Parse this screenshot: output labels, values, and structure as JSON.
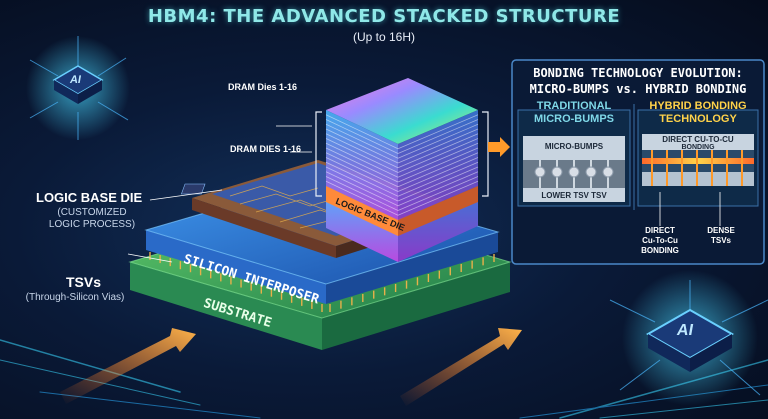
{
  "header": {
    "title": "HBM4: THE ADVANCED STACKED STRUCTURE",
    "subtitle": "(Up to 16H)"
  },
  "stack": {
    "dram_label_top": "DRAM Dies 1-16",
    "dram_label_mid": "DRAM DIES 1-16",
    "logic_base_die_chip": "LOGIC BASE DIE",
    "interposer": "SILICON INTERPOSER",
    "substrate": "SUBSTRATE"
  },
  "left_labels": {
    "logic_base_die": "LOGIC BASE DIE",
    "logic_base_die_note": "(CUSTOMIZED\nLOGIC PROCESS)",
    "tsvs": "TSVs",
    "tsvs_note": "(Through-Silicon Vias)"
  },
  "bonding_panel": {
    "title_line1": "BONDING TECHNOLOGY EVOLUTION:",
    "title_line2": "MICRO-BUMPS vs. HYBRID BONDING",
    "traditional": {
      "title_line1": "TRADITIONAL",
      "title_line2": "MICRO-BUMPS",
      "top_label": "MICRO-BUMPS",
      "bottom_label": "LOWER TSV TSV"
    },
    "hybrid": {
      "title_line1": "HYBRID BONDING",
      "title_line2": "TECHNOLOGY",
      "top_label_line1": "DIRECT CU-TO-CU",
      "top_label_line2": "BONDING",
      "callout_left": "DIRECT\nCu-To-Cu\nBONDING",
      "callout_right": "DENSE\nTSVs"
    }
  },
  "badges": {
    "left": "AI",
    "right": "AI"
  },
  "colors": {
    "title": "#8fe8e8",
    "hybrid_title": "#ffd24a",
    "traditional_title": "#7fd8e8",
    "substrate": "#3aa860",
    "interposer": "#2a7ad8",
    "accent_arrow": "#ff9a2a"
  }
}
